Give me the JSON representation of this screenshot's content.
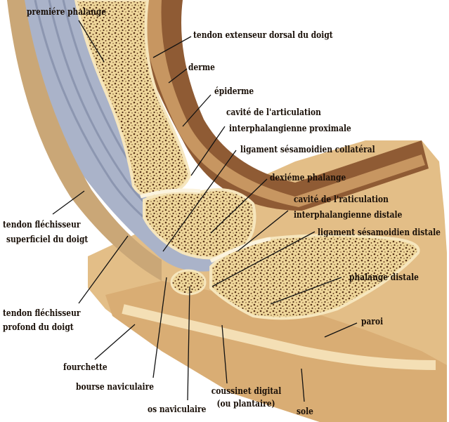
{
  "labels": {
    "premiere_phalange": "premiére phalange",
    "tendon_extenseur": "tendon extenseur dorsal du doigt",
    "derme": "derme",
    "epiderme": "épiderme",
    "cavite_proximale_1": "cavité de l'articulation",
    "cavite_proximale_2": "interphalangienne proximale",
    "ligament_collateral": "ligament sésamoidien collatéral",
    "deuxieme_phalange": "dexiéme phalange",
    "cavite_distale_1": "cavité de l'raticulation",
    "cavite_distale_2": "interphalangienne distale",
    "ligament_distal": "ligament sésamoidien distale",
    "tendon_superficiel_1": "tendon fléchisseur",
    "tendon_superficiel_2": "superficiel du doigt",
    "phalange_distale": "phalange distale",
    "tendon_profond_1": "tendon fléchisseur",
    "tendon_profond_2": "profond du  doigt",
    "paroi": "paroi",
    "fourchette": "fourchette",
    "bourse_naviculaire": "bourse naviculaire",
    "coussinet_1": "coussinet digital",
    "coussinet_2": "(ou plantaire)",
    "os_naviculaire": "os naviculaire",
    "sole": "sole"
  },
  "colors": {
    "background": "#ffffff",
    "hoof_wall": "#e6c28c",
    "hoof_inner": "#dcb07a",
    "skin_brown": "#8c5a34",
    "bone": "#f0d89c",
    "bone_spongy": "#5a3418",
    "tendon_blue": "#a9b2c8",
    "cartilage": "#fbf3de",
    "leader": "#111111"
  }
}
